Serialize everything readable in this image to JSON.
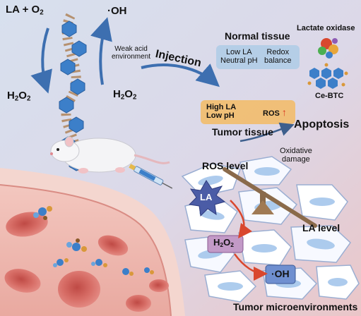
{
  "left_panel": {
    "reactants": {
      "base": "LA + O",
      "subscript": "2"
    },
    "product_oh": "·OH",
    "h2o2_left": {
      "base": "H",
      "sub1": "2",
      "mid": "O",
      "sub2": "2"
    },
    "h2o2_right": {
      "base": "H",
      "sub1": "2",
      "mid": "O",
      "sub2": "2"
    },
    "condition_line1": "Weak acid",
    "condition_line2": "environment"
  },
  "injection_label": "Injection",
  "normal_tissue": {
    "title": "Normal tissue",
    "col1_line1": "Low LA",
    "col1_line2": "Neutral pH",
    "col2_line1": "Redox",
    "col2_line2": "balance"
  },
  "tumor_tissue": {
    "title": "Tumor tissue",
    "col1_line1": "High LA",
    "col1_line2": "Low pH",
    "col2": "ROS",
    "arrow": "↑"
  },
  "legend": {
    "enzyme_label": "Lactate oxidase",
    "mof_label": "Ce-BTC"
  },
  "apoptosis_label": "Apoptosis",
  "damage_line1": "Oxidative",
  "damage_line2": "damage",
  "tme": {
    "ros_level": "ROS level",
    "la_level": "LA level",
    "la_star": "LA",
    "h2o2_box": {
      "base": "H",
      "sub1": "2",
      "mid": "O",
      "sub2": "2"
    },
    "oh_box": "·OH",
    "caption": "Tumor microenvironments"
  },
  "colors": {
    "background_top": "#cfd9ea",
    "background_right": "#e9c9cc",
    "vessel": "#ecaea6",
    "rbc": "#d9706a",
    "ce_btc_blue": "#3c7fc9",
    "star": "#4b5ca6",
    "h2o2_box": "#c39ac7",
    "oh_box": "#6f8fd0",
    "normal_box": "#aecbe6",
    "tumor_box": "#f2bd6c",
    "arrow_red": "#d9361e"
  }
}
